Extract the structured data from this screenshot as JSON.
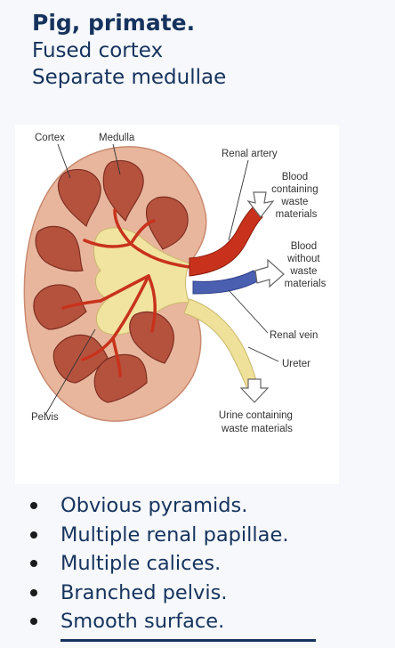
{
  "title": "Pig, primate.",
  "subtitle_lines": [
    "Fused cortex",
    "Separate medullae"
  ],
  "diagram": {
    "labels": {
      "cortex": "Cortex",
      "medulla": "Medulla",
      "renal_artery": "Renal artery",
      "blood_waste": [
        "Blood",
        "containing",
        "waste",
        "materials"
      ],
      "blood_clean": [
        "Blood",
        "without",
        "waste",
        "materials"
      ],
      "renal_vein": "Renal vein",
      "ureter": "Ureter",
      "pelvis": "Pelvis",
      "urine": [
        "Urine containing",
        "waste materials"
      ]
    },
    "colors": {
      "cortex": "#e8b69c",
      "medulla": "#b5523e",
      "pelvis": "#f1e3a0",
      "artery": "#c8321c",
      "vein": "#4b5fb0",
      "ureter": "#efe09a"
    }
  },
  "bullets": [
    "Obvious pyramids.",
    "Multiple renal papillae.",
    "Multiple calices.",
    "Branched pelvis.",
    "Smooth surface."
  ]
}
